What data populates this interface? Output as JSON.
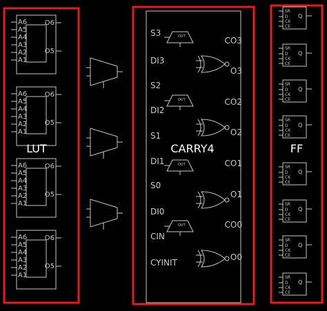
{
  "colors": {
    "background": "#000000",
    "box": "#c8c8c8",
    "highlight": "#e81c1c",
    "label": "#ffffff"
  },
  "groups": {
    "lut": {
      "label": "LUT"
    },
    "carry": {
      "label": "CARRY4"
    },
    "ff": {
      "label": "FF"
    }
  },
  "lut": {
    "inputs": [
      "A6",
      "A5",
      "A4",
      "A3",
      "A2",
      "A1"
    ],
    "out6": "O6",
    "out5": "O5",
    "count": 4
  },
  "carry": {
    "left_pins": [
      "S3",
      "DI3",
      "S2",
      "DI2",
      "S1",
      "DI1",
      "S0",
      "DI0",
      "CIN",
      "CYINIT"
    ],
    "right_pins": [
      "CO3",
      "O3",
      "CO2",
      "O2",
      "CO1",
      "O1",
      "CO0",
      "O0"
    ],
    "mux_out": "OUT"
  },
  "ff": {
    "pins": [
      "SR",
      "D",
      "CK",
      "CE"
    ],
    "q": "Q",
    "count": 8
  }
}
